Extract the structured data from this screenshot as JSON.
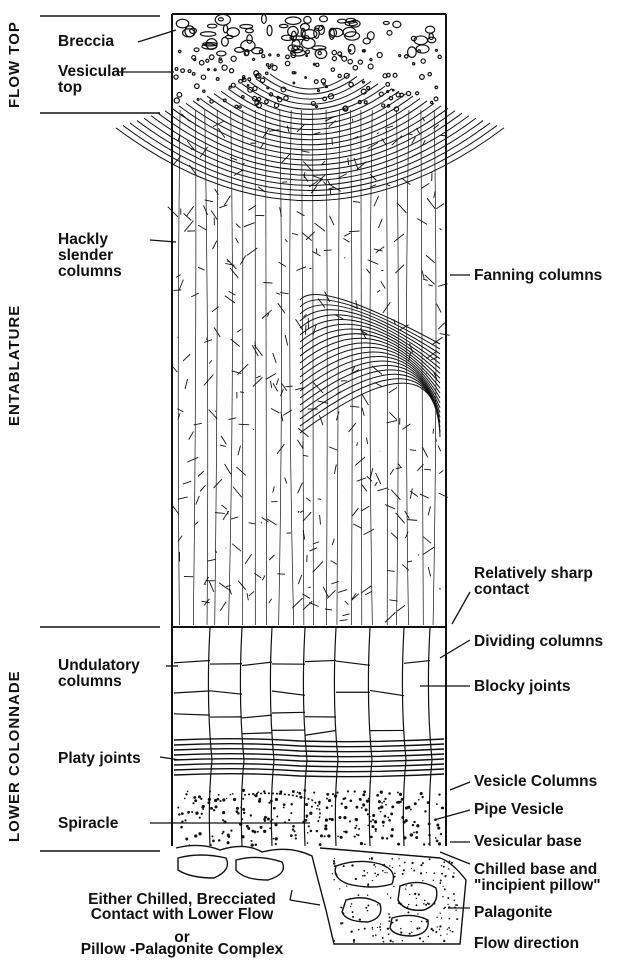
{
  "zones": {
    "flow_top": "FLOW TOP",
    "entablature": "ENTABLATURE",
    "lower_colonnade": "LOWER COLONNADE"
  },
  "left_labels": {
    "breccia": "Breccia",
    "vesicular_top_1": "Vesicular",
    "vesicular_top_2": "top",
    "hackly_1": "Hackly",
    "hackly_2": "slender",
    "hackly_3": "columns",
    "undulatory_1": "Undulatory",
    "undulatory_2": "columns",
    "platy": "Platy joints",
    "spiracle": "Spiracle"
  },
  "right_labels": {
    "fanning": "Fanning columns",
    "sharp_1": "Relatively sharp",
    "sharp_2": "contact",
    "dividing": "Dividing columns",
    "blocky": "Blocky joints",
    "vesicle_columns": "Vesicle Columns",
    "pipe_vesicle": "Pipe Vesicle",
    "vesicular_base": "Vesicular base",
    "chilled_1": "Chilled base and",
    "chilled_2": "\"incipient pillow\"",
    "palagonite": "Palagonite",
    "flow_direction": "Flow direction"
  },
  "bottom_labels": {
    "line1": "Either Chilled, Brecciated",
    "line2": "Contact with Lower Flow",
    "line3": "or",
    "line4": "Pillow -Palagonite Complex"
  }
}
